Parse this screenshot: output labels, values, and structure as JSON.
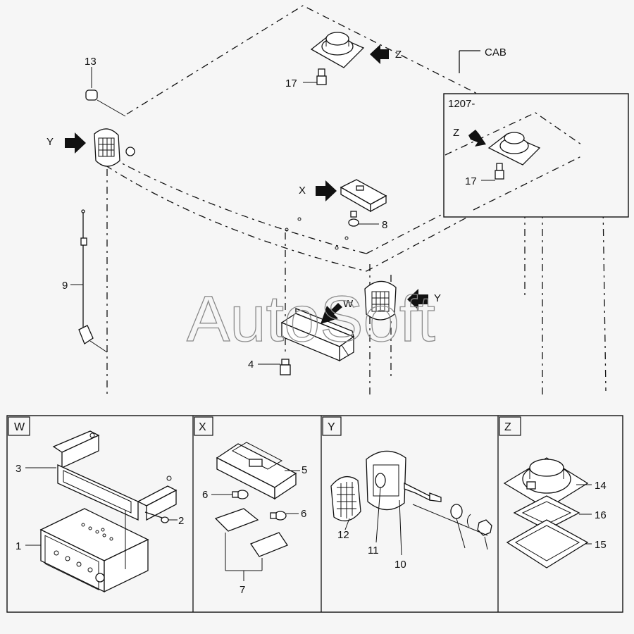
{
  "watermark": "AutoSoft",
  "main_view": {
    "cab_label": "CAB",
    "inset_label": "1207-",
    "arrow_labels": {
      "z_top": "Z",
      "z_inset": "Z",
      "y_left": "Y",
      "y_right": "Y",
      "x": "X",
      "w": "W"
    },
    "callouts": {
      "p13": "13",
      "p17_top": "17",
      "p17_inset": "17",
      "p8": "8",
      "p9": "9",
      "p4": "4"
    }
  },
  "detail_panels": [
    {
      "id": "W",
      "label": "W",
      "callouts": [
        "3",
        "2",
        "1"
      ]
    },
    {
      "id": "X",
      "label": "X",
      "callouts": [
        "5",
        "6",
        "6",
        "7"
      ]
    },
    {
      "id": "Y",
      "label": "Y",
      "callouts": [
        "12",
        "11",
        "10"
      ]
    },
    {
      "id": "Z",
      "label": "Z",
      "callouts": [
        "14",
        "16",
        "15"
      ]
    }
  ]
}
